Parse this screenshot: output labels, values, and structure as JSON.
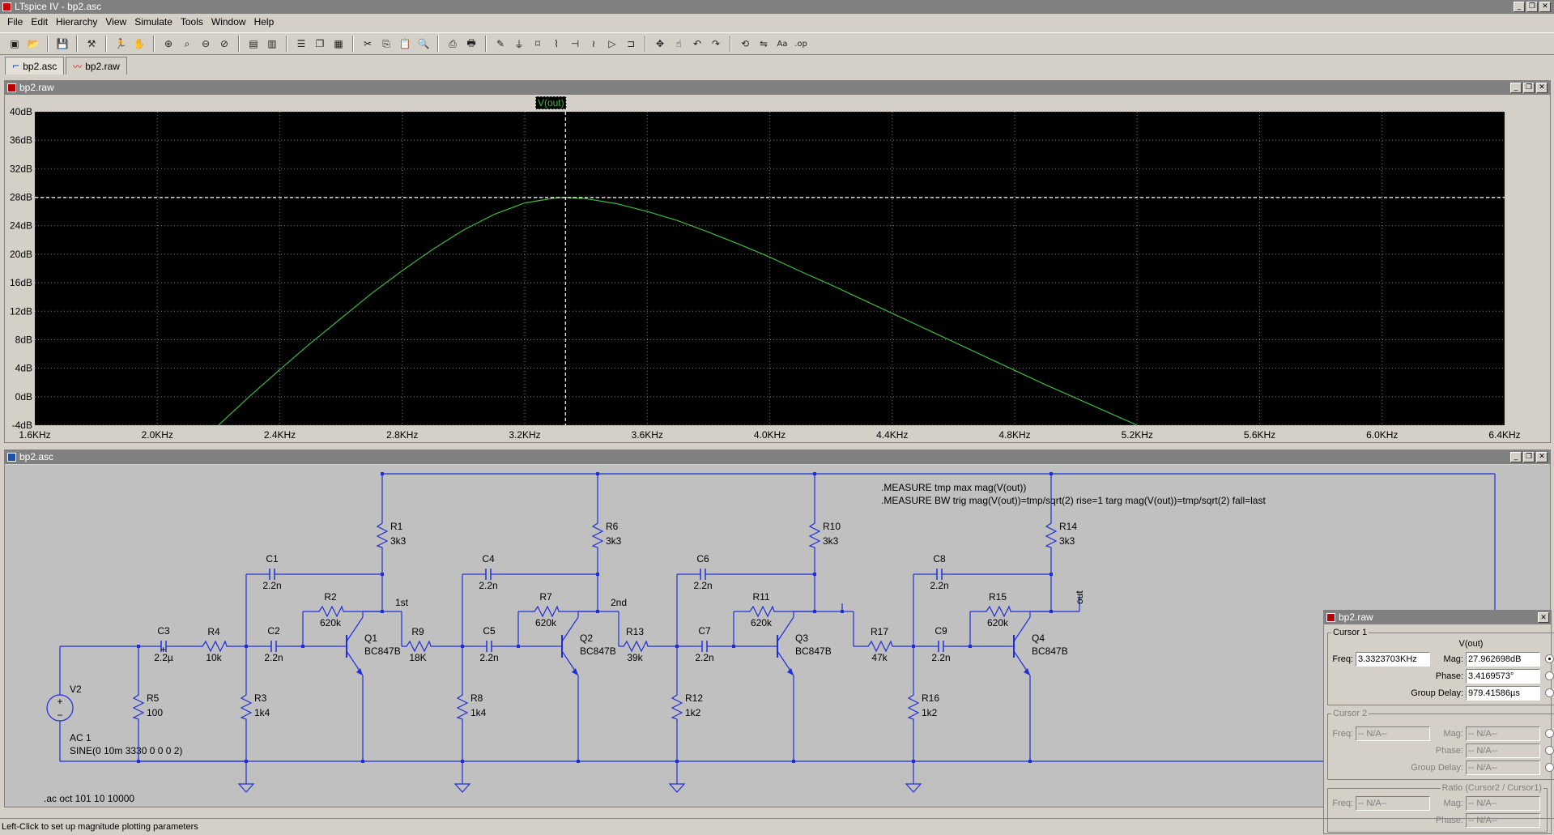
{
  "window": {
    "title": "LTspice IV - bp2.asc"
  },
  "menu": [
    "File",
    "Edit",
    "Hierarchy",
    "View",
    "Simulate",
    "Tools",
    "Window",
    "Help"
  ],
  "toolbar_icons": [
    "new-schematic-icon",
    "open-icon",
    "save-icon",
    "control-panel-icon",
    "run-icon",
    "halt-icon",
    "zoom-in-icon",
    "zoom-full-icon",
    "zoom-out-icon",
    "zoom-cancel-icon",
    "autoscale-icon",
    "autorange-icon",
    "tile-horizontal-icon",
    "cascade-icon",
    "tile-vertical-icon",
    "cut-icon",
    "copy-icon",
    "paste-icon",
    "find-icon",
    "print-setup-icon",
    "print-icon",
    "draw-wire-icon",
    "ground-icon",
    "label-net-icon",
    "resistor-icon",
    "capacitor-icon",
    "inductor-icon",
    "diode-icon",
    "component-icon",
    "move-icon",
    "drag-icon",
    "undo-icon",
    "redo-icon",
    "rotate-icon",
    "mirror-icon",
    "text-icon",
    "spice-directive-icon"
  ],
  "tabs": [
    {
      "label": "bp2.asc",
      "icon": "schematic-icon"
    },
    {
      "label": "bp2.raw",
      "icon": "waveform-icon"
    }
  ],
  "plot_window": {
    "title": "bp2.raw"
  },
  "schematic_window": {
    "title": "bp2.asc"
  },
  "chart_data": {
    "type": "line",
    "title": "",
    "trace_label": "V(out)",
    "xlabel": "",
    "ylabel": "",
    "xlim": [
      1600,
      6400
    ],
    "ylim": [
      -4,
      40
    ],
    "x_ticks": [
      "1.6KHz",
      "2.0KHz",
      "2.4KHz",
      "2.8KHz",
      "3.2KHz",
      "3.6KHz",
      "4.0KHz",
      "4.4KHz",
      "4.8KHz",
      "5.2KHz",
      "5.6KHz",
      "6.0KHz",
      "6.4KHz"
    ],
    "y_ticks": [
      "40dB",
      "36dB",
      "32dB",
      "28dB",
      "24dB",
      "20dB",
      "16dB",
      "12dB",
      "8dB",
      "4dB",
      "0dB",
      "-4dB"
    ],
    "grid": true,
    "series": [
      {
        "name": "V(out)",
        "color": "#3fb83f",
        "x": [
          2200,
          2300,
          2400,
          2500,
          2600,
          2700,
          2800,
          2900,
          3000,
          3100,
          3200,
          3300,
          3333,
          3400,
          3500,
          3600,
          3700,
          3800,
          3900,
          4000,
          4100,
          4200,
          4300,
          4400,
          4500,
          4600,
          4700,
          4800,
          4900,
          5000,
          5100,
          5200
        ],
        "y": [
          -4,
          0,
          3.8,
          7.5,
          11,
          14.5,
          17.7,
          20.7,
          23.4,
          25.6,
          27.2,
          27.9,
          27.96,
          27.8,
          27.1,
          26,
          24.7,
          23.1,
          21.4,
          19.6,
          17.6,
          15.7,
          13.7,
          11.7,
          9.7,
          7.7,
          5.7,
          3.7,
          1.7,
          -0.2,
          -2.1,
          -4
        ]
      }
    ],
    "cursor": {
      "x": 3333,
      "y": 27.96
    }
  },
  "schematic": {
    "directives": [
      ".MEASURE tmp max mag(V(out))",
      ".MEASURE BW trig mag(V(out))=tmp/sqrt(2) rise=1 targ mag(V(out))=tmp/sqrt(2) fall=last"
    ],
    "ac_directive": ".ac oct 101 10 10000",
    "source": {
      "name": "V2",
      "line1": "AC 1",
      "line2": "SINE(0 10m 3330 0 0 0 2)"
    },
    "components": [
      {
        "ref": "C3",
        "val": "2.2µ"
      },
      {
        "ref": "R4",
        "val": "10k"
      },
      {
        "ref": "C2",
        "val": "2.2n"
      },
      {
        "ref": "R5",
        "val": "100"
      },
      {
        "ref": "R3",
        "val": "1k4"
      },
      {
        "ref": "C1",
        "val": "2.2n"
      },
      {
        "ref": "R2",
        "val": "620k"
      },
      {
        "ref": "R1",
        "val": "3k3"
      },
      {
        "ref": "Q1",
        "val": "BC847B"
      },
      {
        "ref": "R9",
        "val": "18K"
      },
      {
        "ref": "C5",
        "val": "2.2n"
      },
      {
        "ref": "R8",
        "val": "1k4"
      },
      {
        "ref": "C4",
        "val": "2.2n"
      },
      {
        "ref": "R7",
        "val": "620k"
      },
      {
        "ref": "R6",
        "val": "3k3"
      },
      {
        "ref": "Q2",
        "val": "BC847B"
      },
      {
        "ref": "R13",
        "val": "39k"
      },
      {
        "ref": "C7",
        "val": "2.2n"
      },
      {
        "ref": "R12",
        "val": "1k2"
      },
      {
        "ref": "C6",
        "val": "2.2n"
      },
      {
        "ref": "R11",
        "val": "620k"
      },
      {
        "ref": "R10",
        "val": "3k3"
      },
      {
        "ref": "Q3",
        "val": "BC847B"
      },
      {
        "ref": "R17",
        "val": "47k"
      },
      {
        "ref": "C9",
        "val": "2.2n"
      },
      {
        "ref": "R16",
        "val": "1k2"
      },
      {
        "ref": "C8",
        "val": "2.2n"
      },
      {
        "ref": "R15",
        "val": "620k"
      },
      {
        "ref": "R14",
        "val": "3k3"
      },
      {
        "ref": "Q4",
        "val": "BC847B"
      }
    ],
    "net_labels": [
      "1st",
      "2nd",
      "out"
    ]
  },
  "cursor_panel": {
    "title": "bp2.raw",
    "cursor1": {
      "legend": "Cursor 1",
      "trace": "V(out)",
      "freq_label": "Freq:",
      "freq": "3.3323703KHz",
      "mag_label": "Mag:",
      "mag": "27.962698dB",
      "phase_label": "Phase:",
      "phase": "3.4169573°",
      "gd_label": "Group Delay:",
      "gd": "979.41586µs"
    },
    "cursor2": {
      "legend": "Cursor 2",
      "freq_label": "Freq:",
      "freq": "-- N/A--",
      "mag_label": "Mag:",
      "mag": "-- N/A--",
      "phase_label": "Phase:",
      "phase": "-- N/A--",
      "gd_label": "Group Delay:",
      "gd": "-- N/A--"
    },
    "ratio": {
      "legend": "Ratio (Cursor2 / Cursor1)",
      "freq_label": "Freq:",
      "freq": "-- N/A--",
      "mag_label": "Mag:",
      "mag": "-- N/A--",
      "phase_label": "Phase:",
      "phase": "-- N/A--"
    }
  },
  "status": {
    "text": "Left-Click to set up magnitude plotting parameters"
  }
}
